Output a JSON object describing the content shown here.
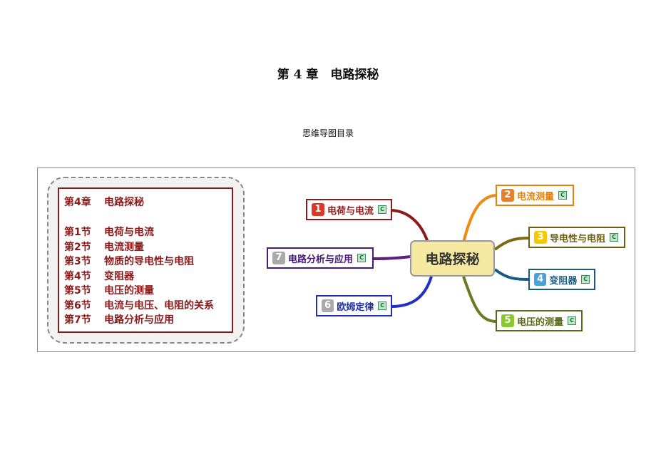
{
  "title": "第 4 章　电路探秘",
  "subtitle": "思维导图目录",
  "toc": {
    "chapter": [
      "第4章",
      "电路探秘"
    ],
    "sections": [
      [
        "第1节",
        "电荷与电流"
      ],
      [
        "第2节",
        "电流测量"
      ],
      [
        "第3节",
        "物质的导电性与电阻"
      ],
      [
        "第4节",
        "变阻器"
      ],
      [
        "第5节",
        "电压的测量"
      ],
      [
        "第6节",
        "电流与电压、电阻的关系"
      ],
      [
        "第7节",
        "电路分析与应用"
      ]
    ]
  },
  "mindmap": {
    "center": "电路探秘",
    "c_label": "C",
    "nodes": [
      {
        "num": "1",
        "label": "电荷与电流",
        "color": "#8b1a1a",
        "badge": "#d83a2a"
      },
      {
        "num": "2",
        "label": "电流测量",
        "color": "#e8820c",
        "badge": "#e8802a"
      },
      {
        "num": "3",
        "label": "导电性与电阻",
        "color": "#6e5e10",
        "badge": "#f5c800"
      },
      {
        "num": "4",
        "label": "变阻器",
        "color": "#1a5a80",
        "badge": "#4aa0d8"
      },
      {
        "num": "5",
        "label": "电压的测量",
        "color": "#5a6a18",
        "badge": "#8ac830"
      },
      {
        "num": "6",
        "label": "欧姆定律",
        "color": "#2030b0",
        "badge": "#aaaaaa"
      },
      {
        "num": "7",
        "label": "电路分析与应用",
        "color": "#4a1a7a",
        "badge": "#aaaaaa"
      }
    ]
  }
}
